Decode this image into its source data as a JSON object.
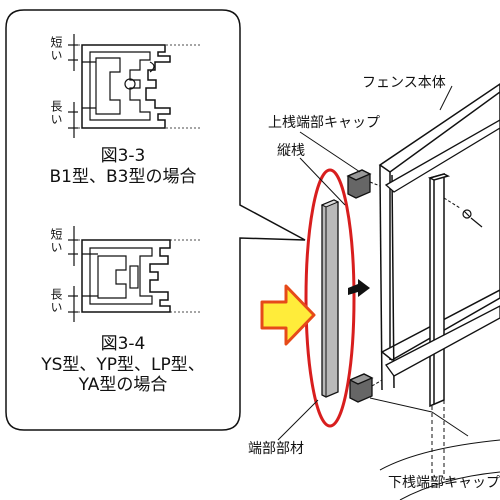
{
  "callout": {
    "profile_a": {
      "short_label": "短い",
      "long_label": "長い",
      "caption_title": "図3-3",
      "caption_body": "B1型、B3型の場合"
    },
    "profile_b": {
      "short_label": "短い",
      "long_label": "長い",
      "caption_title": "図3-4",
      "caption_lines": [
        "YS型、YP型、LP型、",
        "YA型の場合"
      ]
    }
  },
  "labels": {
    "fence_body": "フェンス本体",
    "top_cap": "上桟端部キャップ",
    "vertical_rail": "縦桟",
    "end_member": "端部部材",
    "bottom_cap": "下桟端部キャップ"
  },
  "colors": {
    "highlight_ring": "#d81e1e",
    "arrow_fill": "#ffec3a",
    "arrow_stroke": "#e64a19",
    "member_fill": "#b9b9b9"
  }
}
